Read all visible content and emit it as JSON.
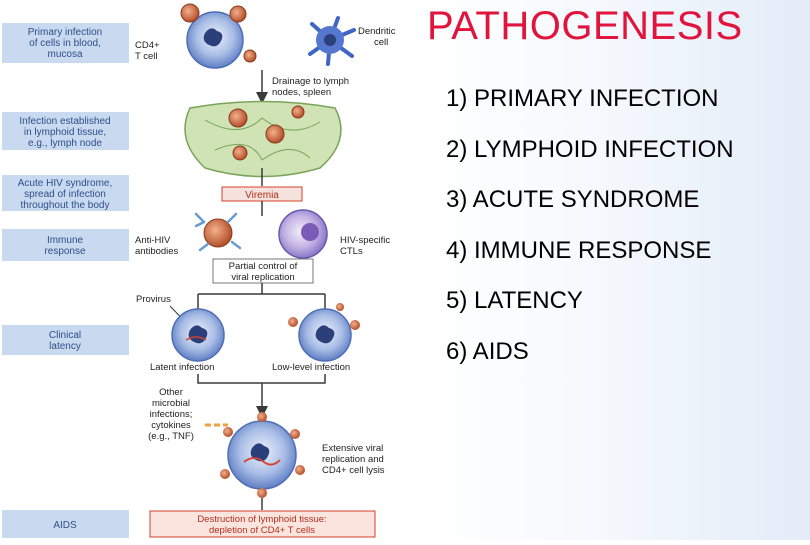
{
  "slide": {
    "title": "PATHOGENESIS",
    "steps": [
      "1) PRIMARY INFECTION",
      "2) LYMPHOID INFECTION",
      "3) ACUTE SYNDROME",
      "4) IMMUNE RESPONSE",
      "5) LATENCY",
      "6) AIDS"
    ]
  },
  "figure": {
    "stages": [
      [
        "Primary infection",
        "of cells in blood,",
        "mucosa"
      ],
      [
        "Infection established",
        "in lymphoid tissue,",
        "e.g., lymph node"
      ],
      [
        "Acute HIV syndrome,",
        "spread of infection",
        "throughout the body"
      ],
      [
        "Immune",
        "response"
      ],
      [
        "Clinical",
        "latency"
      ],
      [
        "AIDS"
      ]
    ],
    "labels": {
      "cd4_cell": [
        "CD4+",
        "T cell"
      ],
      "dendritic_cell": [
        "Dendritic",
        "cell"
      ],
      "drainage": [
        "Drainage to lymph",
        "nodes, spleen"
      ],
      "viremia": "Viremia",
      "antibodies": [
        "Anti-HIV",
        "antibodies"
      ],
      "ctls": [
        "HIV-specific",
        "CTLs"
      ],
      "partial_control": [
        "Partial control of",
        "viral replication"
      ],
      "provirus": "Provirus",
      "latent": "Latent infection",
      "low_level": "Low-level infection",
      "other": [
        "Other",
        "microbial",
        "infections;",
        "cytokines",
        "(e.g., TNF)"
      ],
      "extensive": [
        "Extensive viral",
        "replication and",
        "CD4+ cell lysis"
      ],
      "destruction": [
        "Destruction of lymphoid tissue:",
        "depletion of CD4+ T cells"
      ]
    },
    "colors": {
      "stage_box": "#c9d9ef",
      "stage_text": "#2d4f8a",
      "cell": "#7f9fd6",
      "virion": "#c4653a",
      "node": "#cfe3b5",
      "arrow": "#3a3a3a",
      "highlight": "#d6402c"
    }
  }
}
